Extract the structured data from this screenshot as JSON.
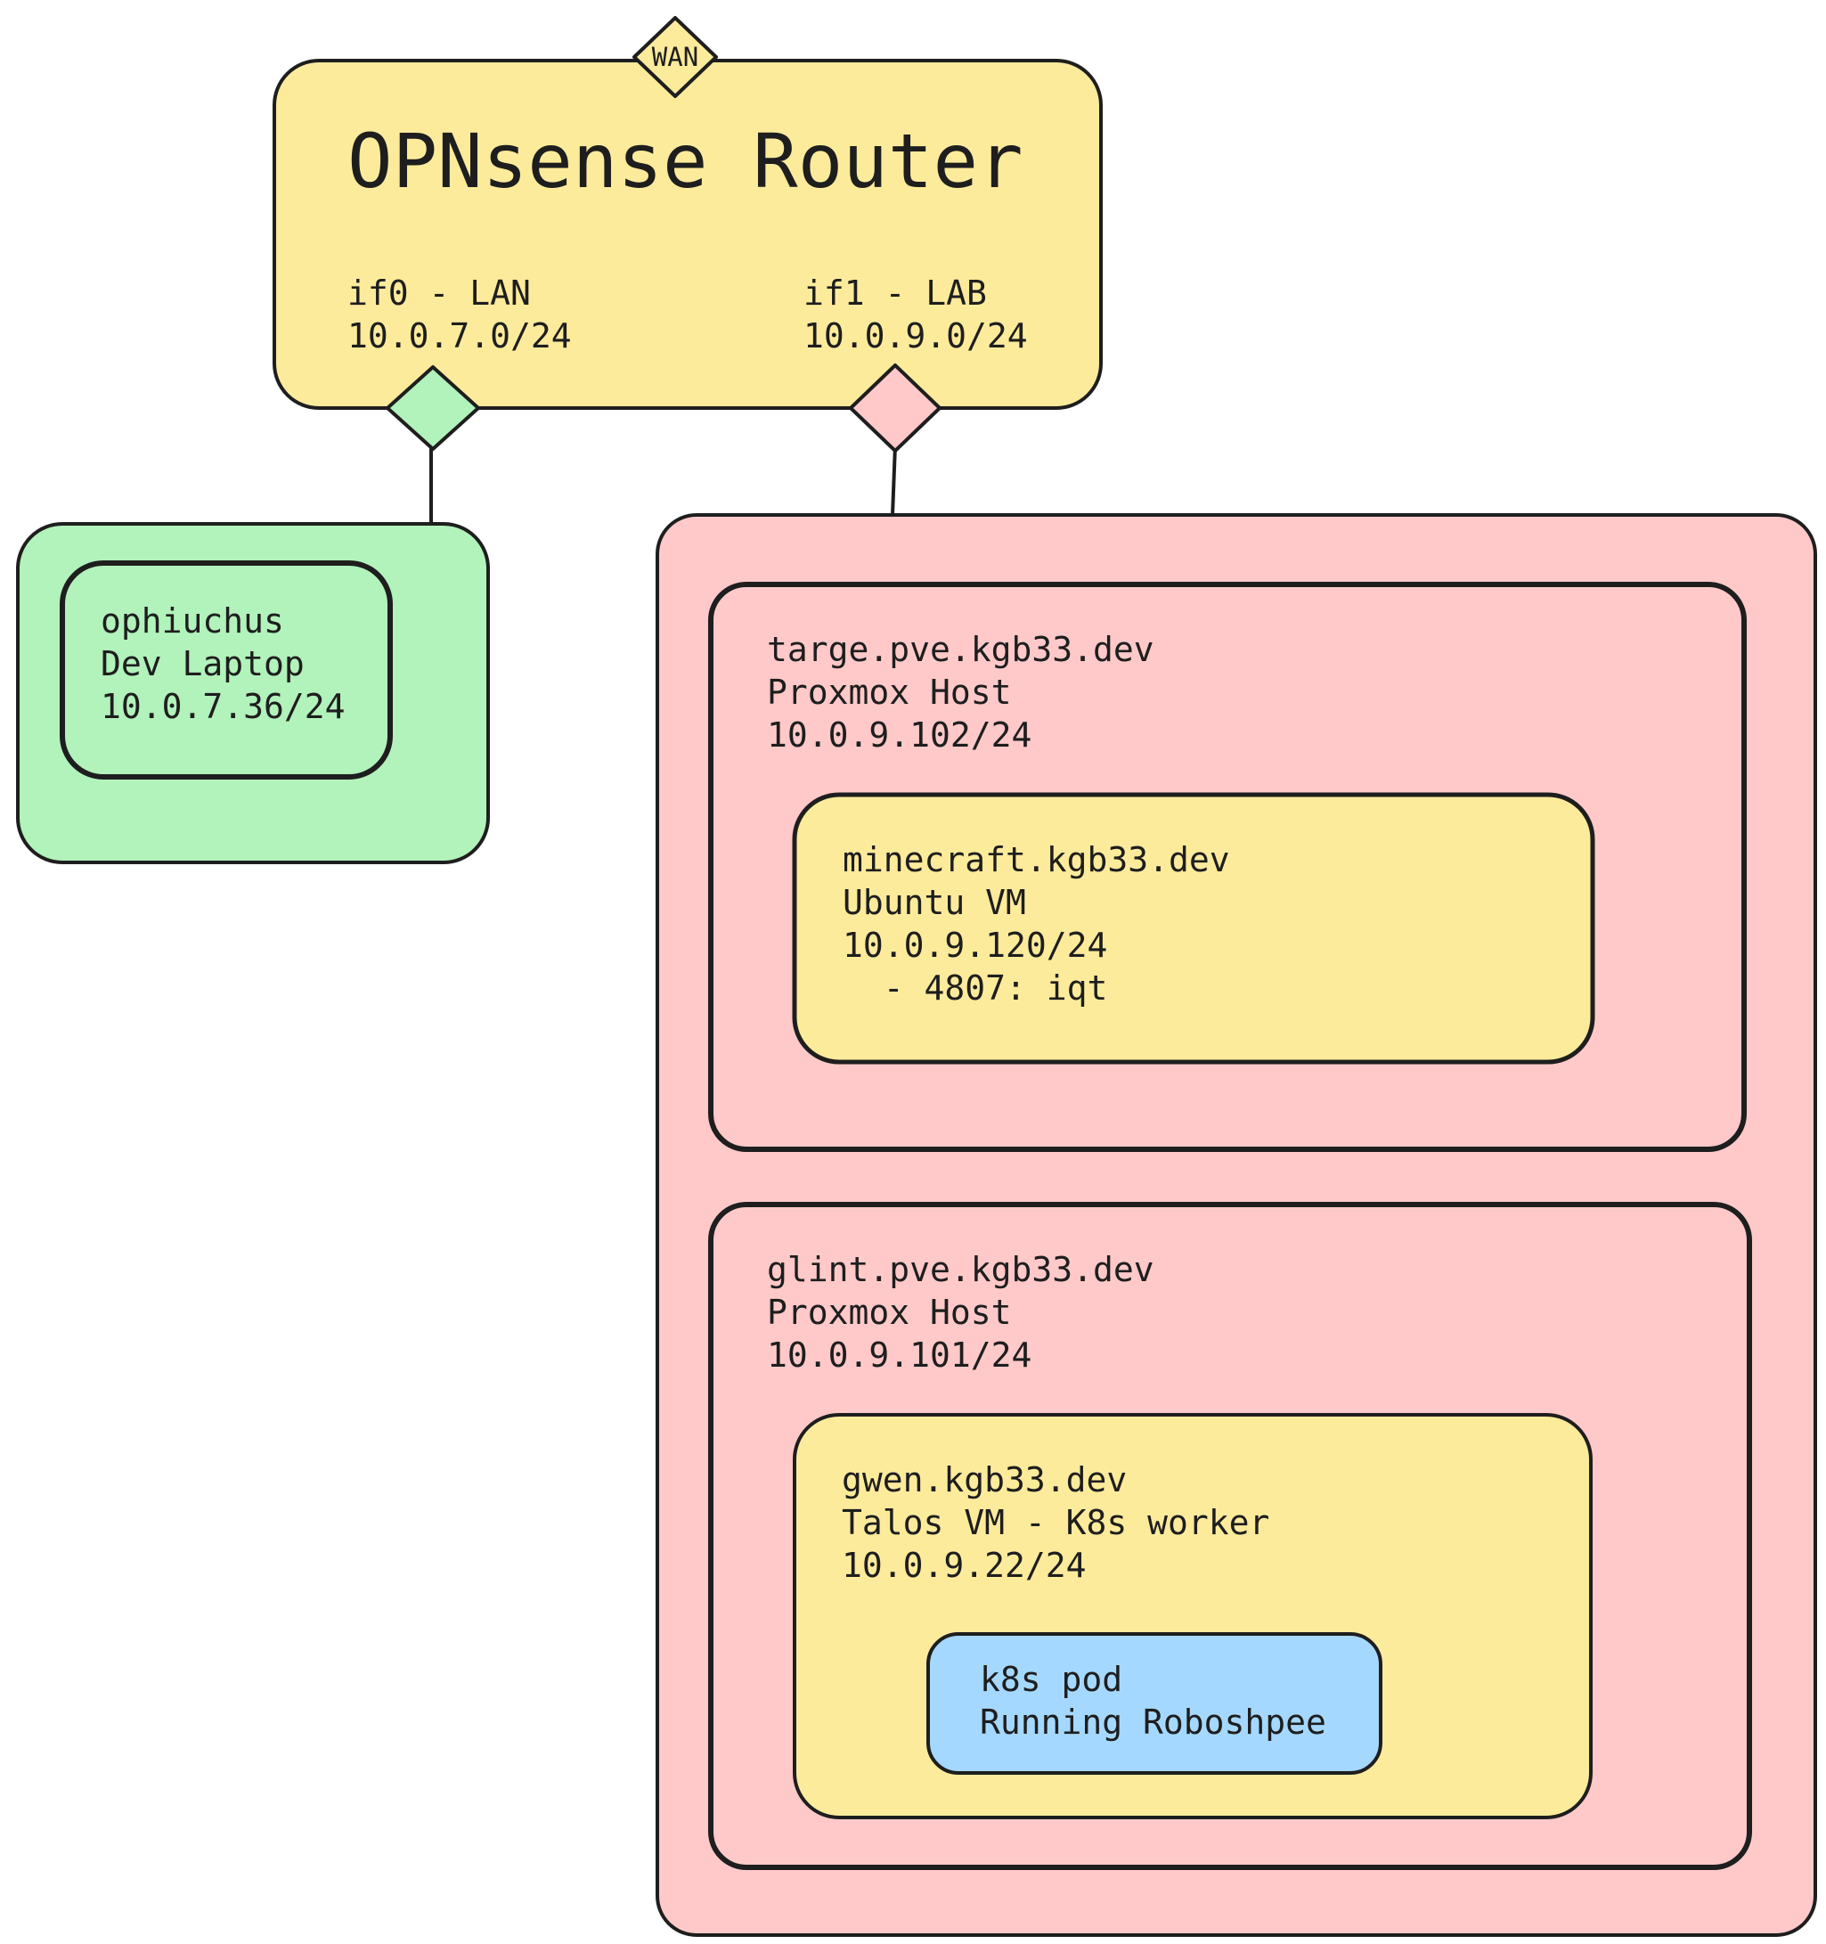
{
  "colors": {
    "router_fill": "#fdeb9c",
    "lan_fill": "#b2f2bb",
    "lab_fill": "#ffc9c9",
    "vm_fill": "#fdeb9c",
    "pod_fill": "#a5d8ff",
    "stroke": "#1e1e1e",
    "background": "#ffffff"
  },
  "router": {
    "title": "OPNsense Router",
    "wan_label": "WAN",
    "if0": {
      "line1": "if0 - LAN",
      "line2": "10.0.7.0/24"
    },
    "if1": {
      "line1": "if1 - LAB",
      "line2": "10.0.9.0/24"
    }
  },
  "lan": {
    "laptop": {
      "line1": "ophiuchus",
      "line2": "Dev Laptop",
      "line3": "10.0.7.36/24"
    }
  },
  "lab": {
    "targe": {
      "line1": "targe.pve.kgb33.dev",
      "line2": "Proxmox Host",
      "line3": "10.0.9.102/24",
      "vm": {
        "line1": "minecraft.kgb33.dev",
        "line2": "Ubuntu VM",
        "line3": "10.0.9.120/24",
        "line4": "  - 4807: iqt"
      }
    },
    "glint": {
      "line1": "glint.pve.kgb33.dev",
      "line2": "Proxmox Host",
      "line3": "10.0.9.101/24",
      "vm": {
        "line1": "gwen.kgb33.dev",
        "line2": "Talos VM - K8s worker",
        "line3": "10.0.9.22/24",
        "pod": {
          "line1": "k8s pod",
          "line2": "Running Roboshpee"
        }
      }
    }
  }
}
